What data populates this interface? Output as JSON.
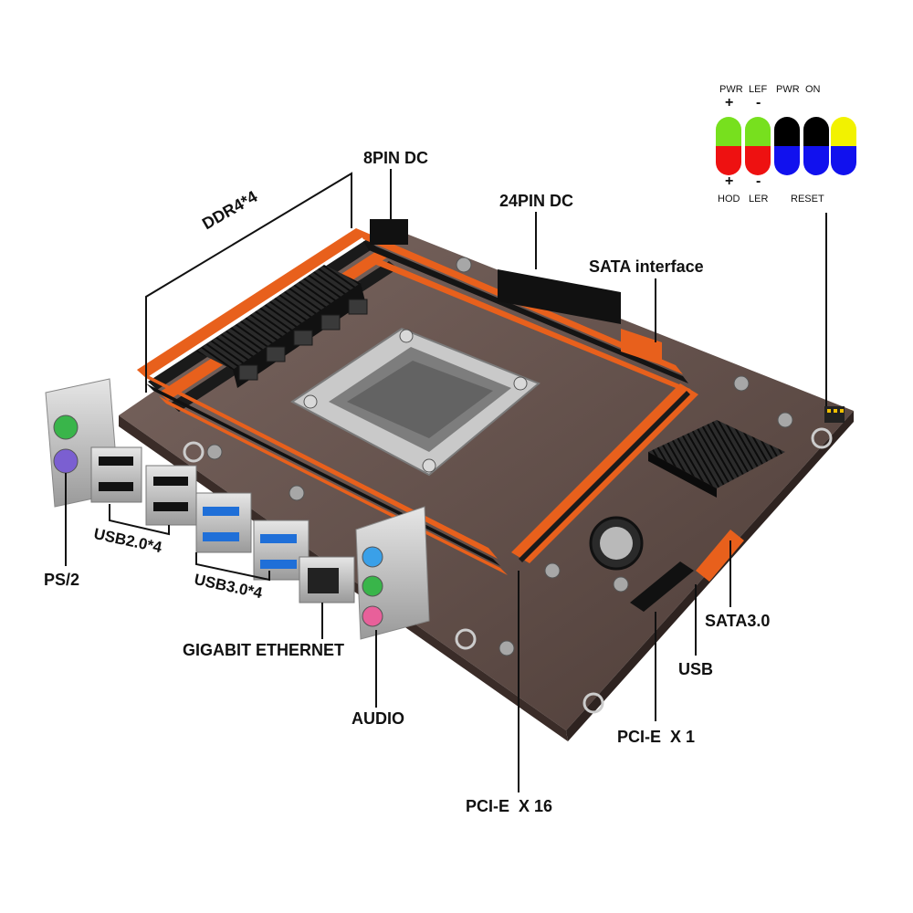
{
  "labels": {
    "ddr4": "DDR4*4",
    "pin8": "8PIN DC",
    "pin24": "24PIN DC",
    "sata_iface": "SATA interface",
    "ps2": "PS/2",
    "usb2": "USB2.0*4",
    "usb3": "USB3.0*4",
    "ethernet": "GIGABIT ETHERNET",
    "audio": "AUDIO",
    "pcie16": "PCI-E  X 16",
    "pcie1": "PCI-E  X 1",
    "usb": "USB",
    "sata3": "SATA3.0"
  },
  "front_panel": {
    "top_labels": [
      "PWR",
      "LEF",
      "PWR",
      "ON"
    ],
    "top_signs": [
      "+",
      "-"
    ],
    "bottom_signs": [
      "+",
      "-"
    ],
    "bottom_labels": [
      "HOD",
      "LER",
      "RESET"
    ],
    "top_colors": [
      "#77e01e",
      "#77e01e",
      "#000000",
      "#000000",
      "#f2f200"
    ],
    "bottom_colors": [
      "#ee1111",
      "#ee1111",
      "#1111ee",
      "#1111ee",
      "#1111ee"
    ]
  },
  "colors": {
    "board": "#5c4a44",
    "orange": "#e8601c",
    "heatsink": "#1e1e1e",
    "silver": "#b8b8b8"
  }
}
